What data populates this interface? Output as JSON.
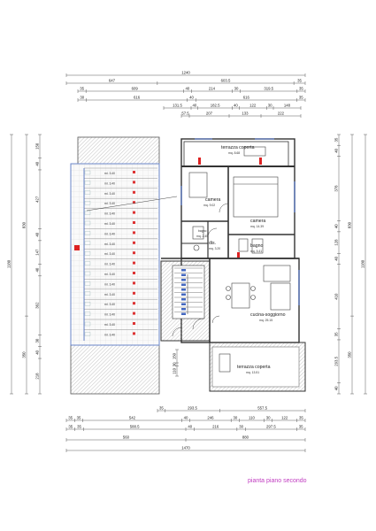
{
  "caption": "pianta piano secondo",
  "rooms": {
    "terrazza_top": {
      "name": "terrazza coperta",
      "area": "mq. 8.68"
    },
    "camera_left": {
      "name": "camera",
      "area": "mq. 9.02"
    },
    "camera_right": {
      "name": "camera",
      "area": "mq. 14.39"
    },
    "bagno_small": {
      "name": "bagno",
      "area": "mq. 2.45"
    },
    "dis": {
      "name": "dis.",
      "area": "mq. 3.20"
    },
    "bagno": {
      "name": "bagno",
      "area": "mq. 5.41"
    },
    "cucina": {
      "name": "cucina-soggiorno",
      "area": "mq. 25.15"
    },
    "terrazza_bottom": {
      "name": "terrazza coperta",
      "area": "mq. 13.51"
    }
  },
  "dims": {
    "top1": [
      "1240"
    ],
    "top2": [
      "647",
      "603.5",
      "35"
    ],
    "top3": [
      "35",
      "609",
      "40",
      "214",
      "30",
      "319.5",
      "35"
    ],
    "top4": [
      "30",
      "616",
      "40",
      "616",
      "35"
    ],
    "top5": [
      "131.5",
      "40",
      "182.5",
      "40",
      "122",
      "30",
      "148"
    ],
    "top6": [
      "57.5",
      "207",
      "133",
      "222"
    ],
    "bottom1": [
      "35",
      "293.5",
      "557.5"
    ],
    "bottom2": [
      "35",
      "35",
      "542",
      "40",
      "246",
      "30",
      "110",
      "30",
      "122",
      "35"
    ],
    "bottom3": [
      "35",
      "35",
      "588.5",
      "40",
      "216",
      "30",
      "297.5",
      "35"
    ],
    "bottom4": [
      "560",
      "880"
    ],
    "bottom5": [
      "1470"
    ],
    "left_outer": [
      "1180"
    ],
    "left_mid": [
      "830",
      "350"
    ],
    "left_inner": [
      "150",
      "40",
      "427",
      "40",
      "147",
      "40",
      "362",
      "30",
      "40",
      "218"
    ],
    "right_outer": [
      "1180"
    ],
    "right_mid": [
      "830",
      "350"
    ],
    "right_inner": [
      "35",
      "40",
      "378",
      "40",
      "128",
      "40",
      "410",
      "35",
      "293.5",
      "40"
    ],
    "mid_a": [
      "150",
      "30",
      "110"
    ]
  },
  "shelf_labels": [
    "ml. 3.40",
    "ml. 3.40",
    "ml. 3.40",
    "ml. 3.40",
    "ml. 3.40",
    "ml. 3.40",
    "ml. 3.40",
    "ml. 3.40",
    "ml. 3.40",
    "ml. 3.40",
    "ml. 3.40",
    "ml. 3.40",
    "ml. 3.40",
    "ml. 3.40",
    "ml. 3.40",
    "ml. 3.40",
    "ml. 3.40"
  ]
}
